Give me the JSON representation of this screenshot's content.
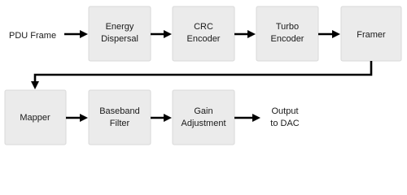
{
  "input_label": "PDU Frame",
  "output_label": {
    "line1": "Output",
    "line2": "to DAC"
  },
  "blocks": {
    "energy_dispersal": {
      "line1": "Energy",
      "line2": "Dispersal"
    },
    "crc_encoder": {
      "line1": "CRC",
      "line2": "Encoder"
    },
    "turbo_encoder": {
      "line1": "Turbo",
      "line2": "Encoder"
    },
    "framer": {
      "line1": "Framer"
    },
    "mapper": {
      "line1": "Mapper"
    },
    "baseband_filter": {
      "line1": "Baseband",
      "line2": "Filter"
    },
    "gain_adjustment": {
      "line1": "Gain",
      "line2": "Adjustment"
    }
  },
  "colors": {
    "block_fill": "#ebebeb",
    "block_border": "#d9d9d9",
    "arrow": "#000000",
    "text": "#1a1a1a"
  }
}
